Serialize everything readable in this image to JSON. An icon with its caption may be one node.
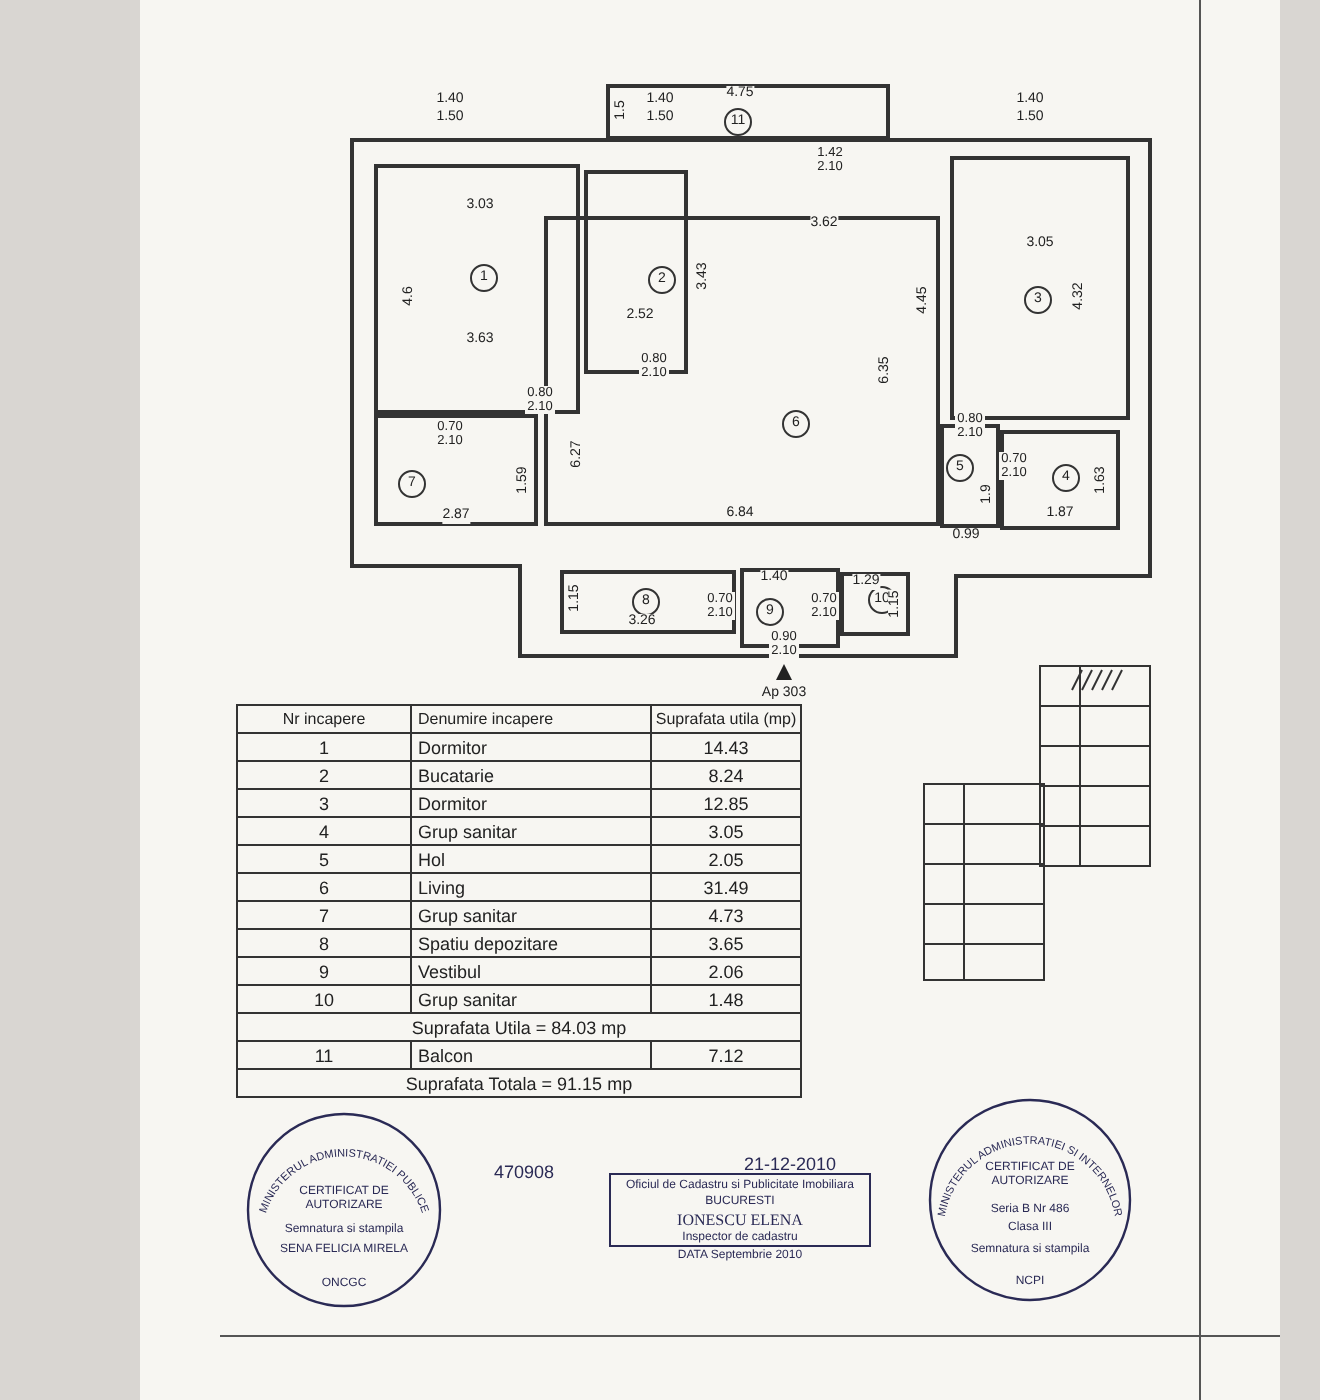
{
  "diagram": {
    "nodes": [
      {
        "text": [
          "1"
        ]
      },
      {
        "text": [
          "2"
        ]
      },
      {
        "text": [
          "3"
        ]
      },
      {
        "text": [
          "4"
        ]
      },
      {
        "text": [
          "5"
        ]
      },
      {
        "text": [
          "6"
        ]
      },
      {
        "text": [
          "7"
        ]
      },
      {
        "text": [
          "8"
        ]
      },
      {
        "text": [
          "9"
        ]
      },
      {
        "text": [
          "10"
        ]
      },
      {
        "text": [
          "11"
        ]
      }
    ],
    "edges": [],
    "labels": [
      "1.40",
      "1.50",
      "1.5",
      "4.75",
      "1.40",
      "1.50",
      "1.42 2.10",
      "1.40",
      "1.50",
      "3.03",
      "3.62",
      "3.05",
      "4.6",
      "3.43",
      "4.45",
      "4.32",
      "2.52",
      "3.63",
      "0.80 2.10",
      "6.35",
      "0.80 2.10",
      "0.70 2.10",
      "6.27",
      "0.80 2.10",
      "0.70 2.10",
      "1.59",
      "1.9",
      "1.63",
      "2.87",
      "6.84",
      "1.87",
      "0.99",
      "1.40",
      "1.29",
      "1.15",
      "0.70 2.10",
      "0.70 2.10",
      "1.15",
      "3.26",
      "0.90 2.10",
      "Ap 303",
      "Nr incapere",
      "Denumire incapere",
      "Suprafata utila (mp)",
      "1",
      "Dormitor",
      "14.43",
      "2",
      "Bucatarie",
      "8.24",
      "3",
      "Dormitor",
      "12.85",
      "4",
      "Grup sanitar",
      "3.05",
      "5",
      "Hol",
      "2.05",
      "6",
      "Living",
      "31.49",
      "7",
      "Grup sanitar",
      "4.73",
      "8",
      "Spatiu depozitare",
      "3.65",
      "9",
      "Vestibul",
      "2.06",
      "10",
      "Grup sanitar",
      "1.48",
      "Suprafata Utila = 84.03 mp",
      "11",
      "Balcon",
      "7.12",
      "Suprafata Totala = 91.15 mp",
      "MINISTERUL ADMINISTRATIEI PUBLICE",
      "CERTIFICAT DE AUTORIZARE",
      "Semnatura si stampila",
      "SENA FELICIA MIRELA",
      "ONCGC",
      "470908",
      "21-12-2010",
      "Oficiul de Cadastru si Publicitate Imobiliara",
      "BUCURESTI",
      "IONESCU ELENA",
      "Inspector de cadastru",
      "DATA Septembrie 2010",
      "MINISTERUL ADMINISTRATIEI SI INTERNELOR",
      "CERTIFICAT DE AUTORIZARE",
      "Seria B Nr 486",
      "Clasa III",
      "Semnatura si stampila",
      "NCPI"
    ]
  }
}
